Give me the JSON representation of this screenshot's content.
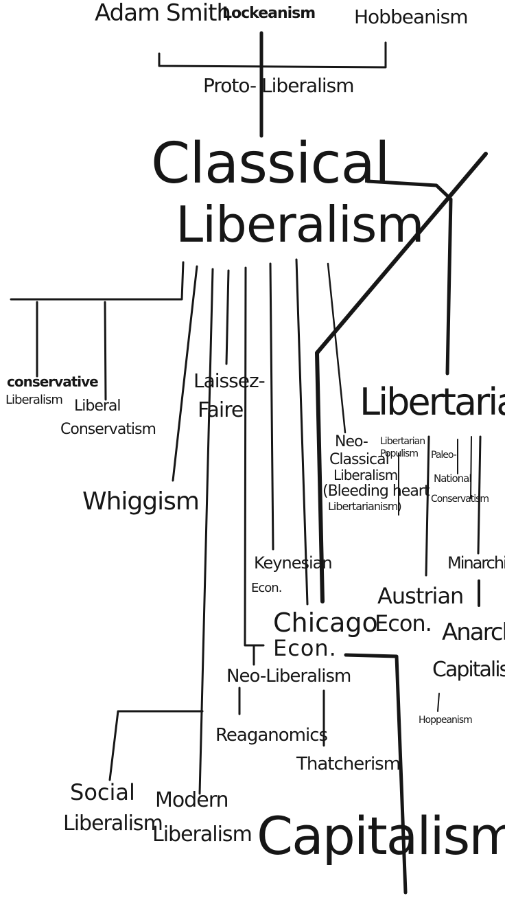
{
  "colors": {
    "ink": "#161616",
    "background": "#ffffff"
  },
  "nodes": {
    "adam_smith": "Adam Smith",
    "lockeanism": "Lockeanism",
    "hobbeanism": "Hobbeanism",
    "proto_liberalism": "Proto- Liberalism",
    "classical_liberalism_1": "Classical",
    "classical_liberalism_2": "Liberalism",
    "conservative_liberalism_1": "conservative",
    "conservative_liberalism_2": "Liberalism",
    "liberal_conservatism_1": "Liberal",
    "liberal_conservatism_2": "Conservatism",
    "laissez_faire_1": "Laissez-",
    "laissez_faire_2": "Faire",
    "whiggism": "Whiggism",
    "libertarianism": "Libertarianism",
    "neo_classical_1": "Neo-",
    "neo_classical_2": "Classical",
    "neo_classical_3": "Liberalism",
    "neo_classical_4": "(Bleeding heart",
    "neo_classical_5": "Libertarianism)",
    "libertarian_populism_1": "Libertarian",
    "libertarian_populism_2": "Populism",
    "paleo_1": "Paleo-",
    "national_conservatism_1": "National",
    "national_conservatism_2": "Conservatism",
    "minarchism": "Minarchism",
    "anarcho_capitalism_1": "Anarcho",
    "anarcho_capitalism_2": "Capitalism",
    "hoppeanism": "Hoppeanism",
    "keynesian_1": "Keynesian",
    "keynesian_2": "Econ.",
    "austrian_1": "Austrian",
    "austrian_2": "Econ.",
    "chicago_1": "Chicago",
    "chicago_2": "Econ.",
    "neo_liberalism": "Neo-Liberalism",
    "reaganomics": "Reaganomics",
    "thatcherism": "Thatcherism",
    "social_liberalism_1": "Social",
    "social_liberalism_2": "Liberalism",
    "modern_liberalism_1": "Modern",
    "modern_liberalism_2": "Liberalism",
    "capitalism": "Capitalism"
  }
}
